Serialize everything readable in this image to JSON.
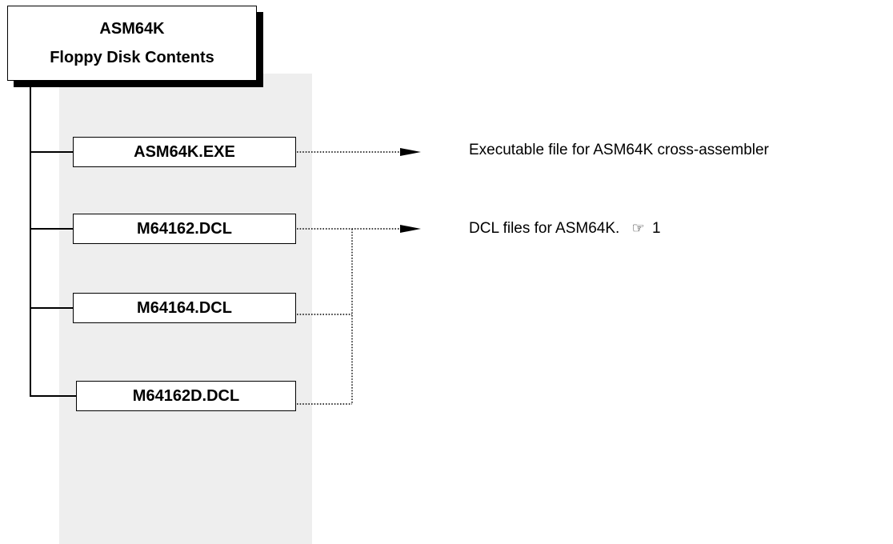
{
  "title": {
    "line1": "ASM64K",
    "line2": "Floppy Disk Contents"
  },
  "files": [
    {
      "name": "ASM64K.EXE"
    },
    {
      "name": "M64162.DCL"
    },
    {
      "name": "M64164.DCL"
    },
    {
      "name": "M64162D.DCL"
    }
  ],
  "descriptions": [
    {
      "text": "Executable file for ASM64K cross-assembler"
    },
    {
      "text": "DCL files for ASM64K.",
      "ref_icon": "pointing-hand-icon",
      "ref_number": "1"
    }
  ]
}
